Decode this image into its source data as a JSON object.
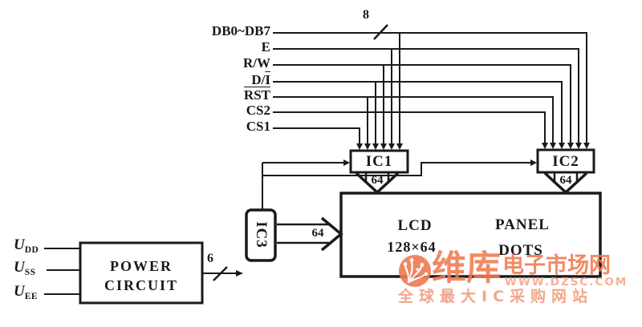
{
  "diagram": {
    "type": "lcd-module-block-diagram"
  },
  "signals": {
    "db": "DB0~DB7",
    "e": "E",
    "rw": "R/W",
    "di_prefix": "D/",
    "di_bar": "I",
    "rst": "RST",
    "cs2": "CS2",
    "cs1": "CS1",
    "bus_width": "8"
  },
  "ics": {
    "ic1": "IC1",
    "ic2": "IC2",
    "ic3": "IC3"
  },
  "lcd": {
    "line1_left": "LCD",
    "line1_right": "PANEL",
    "line2_left": "128×64",
    "line2_right": "DOTS",
    "bus_width": "64"
  },
  "power": {
    "line1": "POWER",
    "line2": "CIRCUIT",
    "u": "U",
    "dd": "DD",
    "ss": "SS",
    "ee": "EE",
    "out_width": "6"
  },
  "watermark": {
    "brand_large": "维库",
    "brand_rest": "电子市场网",
    "url": "WWW.DZSC.COM",
    "tagline": "全球最大IC采购网站",
    "color": "#ef7a50",
    "color_light": "#f4a58a"
  },
  "colors": {
    "line": "#1a1a1a",
    "background": "#ffffff"
  }
}
